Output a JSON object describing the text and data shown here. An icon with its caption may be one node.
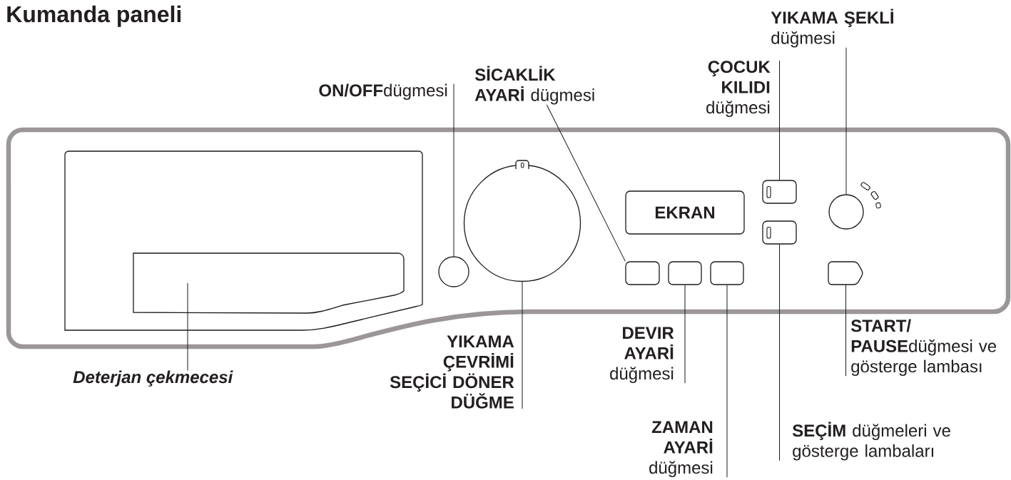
{
  "diagram": {
    "title": "Kumanda paneli",
    "nodes": [
      {
        "text": [
          "**ON/OFF**dügmesi"
        ]
      },
      {
        "text": [
          "**SİCAKLİK AYARİ** dügmesi"
        ]
      },
      {
        "text": [
          "**ÇOCUK KILIDI** düğmesi"
        ]
      },
      {
        "text": [
          "**YIKAMA ŞEKLİ** düğmesi"
        ]
      },
      {
        "text": [],
        "shape": "box"
      },
      {
        "text": [],
        "shape": "circle"
      },
      {
        "text": [],
        "shape": "circle"
      },
      {
        "text": [
          "EKRAN"
        ]
      },
      {
        "text": [],
        "shape": "box"
      },
      {
        "text": [],
        "shape": "box"
      },
      {
        "text": [],
        "shape": "box"
      },
      {
        "text": [],
        "shape": "box"
      },
      {
        "text": [],
        "shape": "box"
      },
      {
        "text": [],
        "shape": "circle"
      },
      {
        "text": [],
        "shape": "box"
      },
      {
        "text": [
          "Deterjan çekmecesi"
        ]
      },
      {
        "text": [
          "YIKAMA ÇEVRİMİ SEÇİCİ DÖNER DÜĞME"
        ]
      },
      {
        "text": [
          "**DEVIR AYARİ** düğmesi"
        ]
      },
      {
        "text": [
          "**ZAMAN AYARİ** düğmesi"
        ]
      },
      {
        "text": [
          "**SEÇİM** düğmeleri ve gösterge lambaları"
        ]
      },
      {
        "text": [
          "**START/ PAUSE**düğmesi ve gösterge lambası"
        ]
      }
    ],
    "edges": [
      {
        "from": 0,
        "to": 5,
        "arrow": "none"
      },
      {
        "from": 1,
        "to": 8,
        "arrow": "none"
      },
      {
        "from": 2,
        "to": 11,
        "arrow": "none"
      },
      {
        "from": 3,
        "to": 13,
        "arrow": "none"
      },
      {
        "from": 15,
        "to": 4,
        "arrow": "none"
      },
      {
        "from": 16,
        "to": 6,
        "arrow": "none"
      },
      {
        "from": 17,
        "to": 9,
        "arrow": "none"
      },
      {
        "from": 18,
        "to": 10,
        "arrow": "none"
      },
      {
        "from": 19,
        "to": 12,
        "arrow": "none"
      },
      {
        "from": 20,
        "to": 14,
        "arrow": "none"
      }
    ]
  }
}
